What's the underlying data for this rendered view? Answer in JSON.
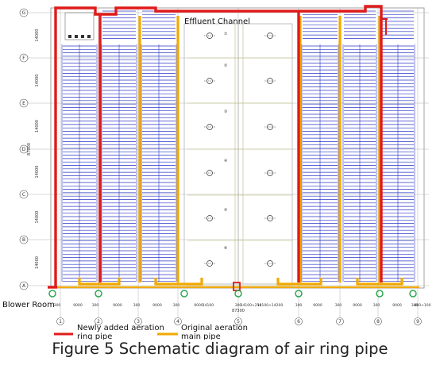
{
  "labels": {
    "effluent_channel": "Effluent Channel",
    "blower_room": "Blower Room"
  },
  "legend": {
    "red_line": [
      "Newly added aeration",
      "ring pipe"
    ],
    "orange_line": [
      "Original aeration",
      "main pipe"
    ]
  },
  "caption": "Figure 5 Schematic diagram of air ring pipe",
  "row_axis_labels": [
    "G",
    "F",
    "E",
    "D",
    "C",
    "B",
    "A"
  ],
  "col_axis_labels": [
    "1",
    "2",
    "3",
    "4",
    "5",
    "6",
    "7",
    "8",
    "9"
  ],
  "row_spacing_labels": [
    "14000",
    "14000",
    "14000",
    "14000",
    "14000",
    "14000"
  ],
  "total_height_label": "87000",
  "bottom_dimensions": [
    "300",
    "9000",
    "300",
    "9000",
    "300",
    "9000",
    "300",
    "9000",
    "14100",
    "300",
    "14100+250",
    "14100+14200",
    "300",
    "9000",
    "300",
    "9000",
    "300",
    "9000",
    "300",
    "400+100"
  ],
  "total_width_label": "87300",
  "tank_numbers": [
    "①",
    "②",
    "③",
    "④",
    "⑤",
    "⑥"
  ],
  "colors": {
    "new_ring_pipe": "#e01b1b",
    "original_main_pipe": "#f2a900",
    "diffuser_grid": "#2b35c8",
    "green_marker": "#2fa84f",
    "drawing_lines": "#8a8a8a"
  }
}
